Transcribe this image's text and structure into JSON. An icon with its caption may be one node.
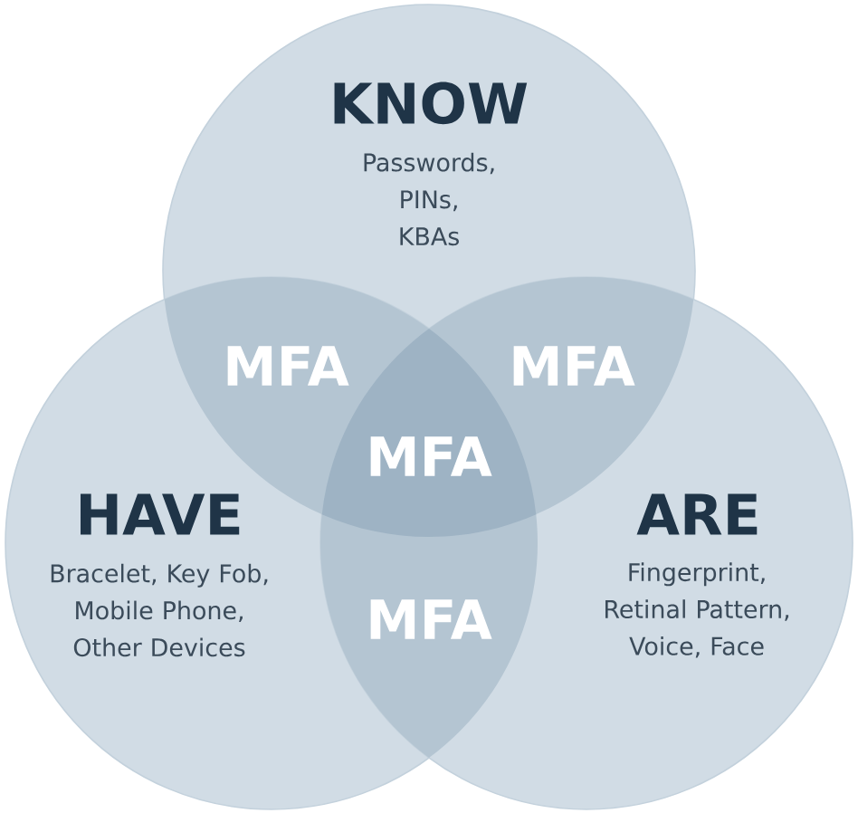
{
  "diagram": {
    "nodes": [
      {
        "text": [
          "KNOW",
          "Passwords, PINs, KBAs"
        ]
      },
      {
        "text": [
          "HAVE",
          "Bracelet, Key Fob, Mobile Phone, Other Devices"
        ]
      },
      {
        "text": [
          "ARE",
          "Fingerprint, Retinal Pattern, Voice, Face"
        ]
      }
    ],
    "labels": [
      "MFA",
      "MFA",
      "MFA",
      "MFA"
    ]
  }
}
